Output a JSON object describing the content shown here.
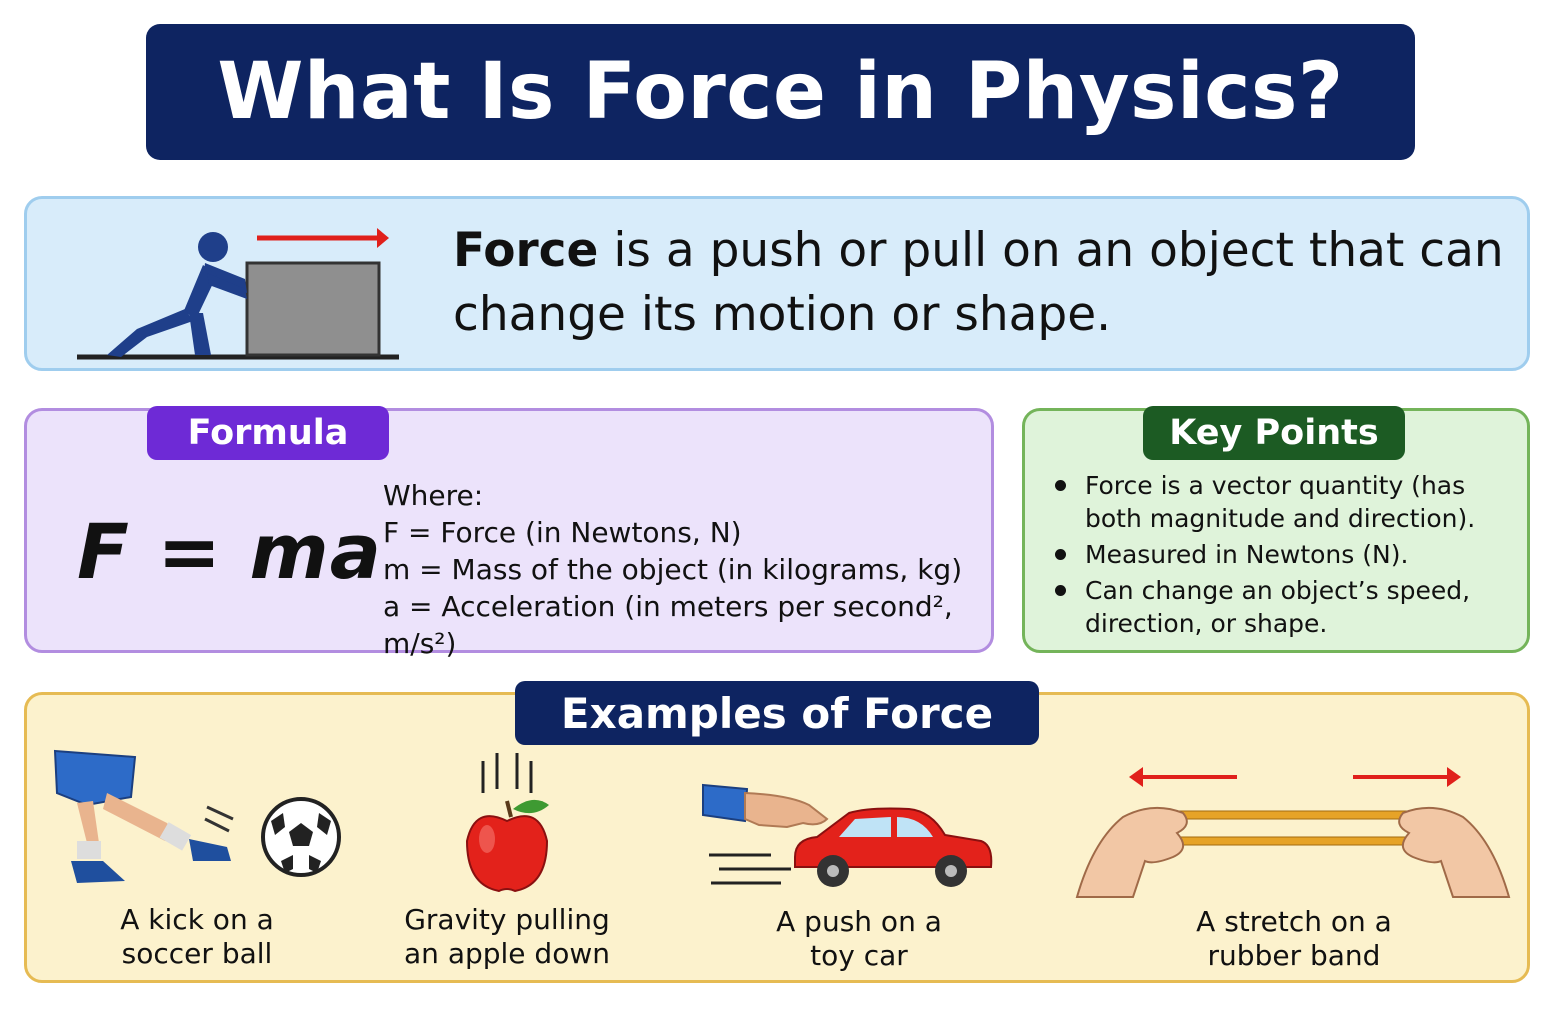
{
  "title": "What Is Force in Physics?",
  "definition": {
    "term": "Force",
    "text": " is a push or pull on an object that can change its motion or shape."
  },
  "formula": {
    "label": "Formula",
    "equation": "F = ma",
    "where_label": "Where:",
    "lines": [
      "F = Force (in Newtons, N)",
      "m = Mass of the object (in kilograms, kg)",
      "a = Acceleration (in meters per second², m/s²)"
    ]
  },
  "key_points": {
    "label": "Key Points",
    "items": [
      "Force is a vector quantity (has both magnitude and direction).",
      "Measured in Newtons (N).",
      "Can change an object’s speed, direction, or shape."
    ]
  },
  "examples": {
    "label": "Examples of Force",
    "items": [
      {
        "line1": "A kick on a",
        "line2": "soccer ball",
        "icon": "soccer-kick-icon"
      },
      {
        "line1": "Gravity pulling",
        "line2": "an apple down",
        "icon": "falling-apple-icon"
      },
      {
        "line1": "A push on a",
        "line2": "toy car",
        "icon": "toy-car-push-icon"
      },
      {
        "line1": "A stretch on a",
        "line2": "rubber band",
        "icon": "rubber-band-stretch-icon"
      }
    ]
  },
  "colors": {
    "title_bg": "#0e2461",
    "definition_bg": "#d8ecfa",
    "formula_bg": "#ece3fb",
    "formula_accent": "#6e2ad6",
    "key_points_bg": "#dff3da",
    "key_points_accent": "#1c5b23",
    "examples_bg": "#fcf2cd",
    "arrow_red": "#e0201b"
  }
}
